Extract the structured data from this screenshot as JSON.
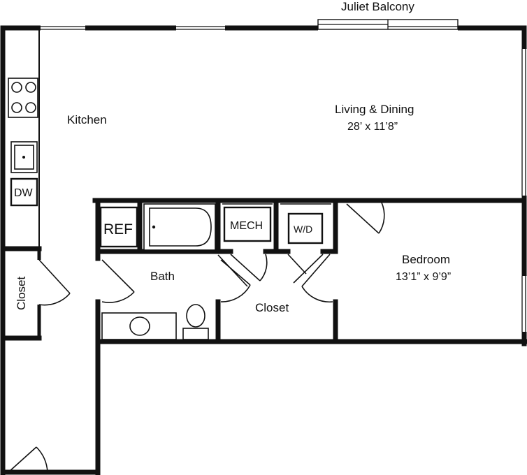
{
  "labels": {
    "juliet_balcony": "Juliet Balcony",
    "kitchen": "Kitchen",
    "living_dining": "Living & Dining",
    "living_dining_dim": "28’ x 11’8”",
    "bedroom": "Bedroom",
    "bedroom_dim": "13’1” x 9’9”",
    "bath": "Bath",
    "closet_main": "Closet",
    "closet_side": "Closet",
    "ref": "REF",
    "dw": "DW",
    "mech": "MECH",
    "wd": "W/D"
  }
}
